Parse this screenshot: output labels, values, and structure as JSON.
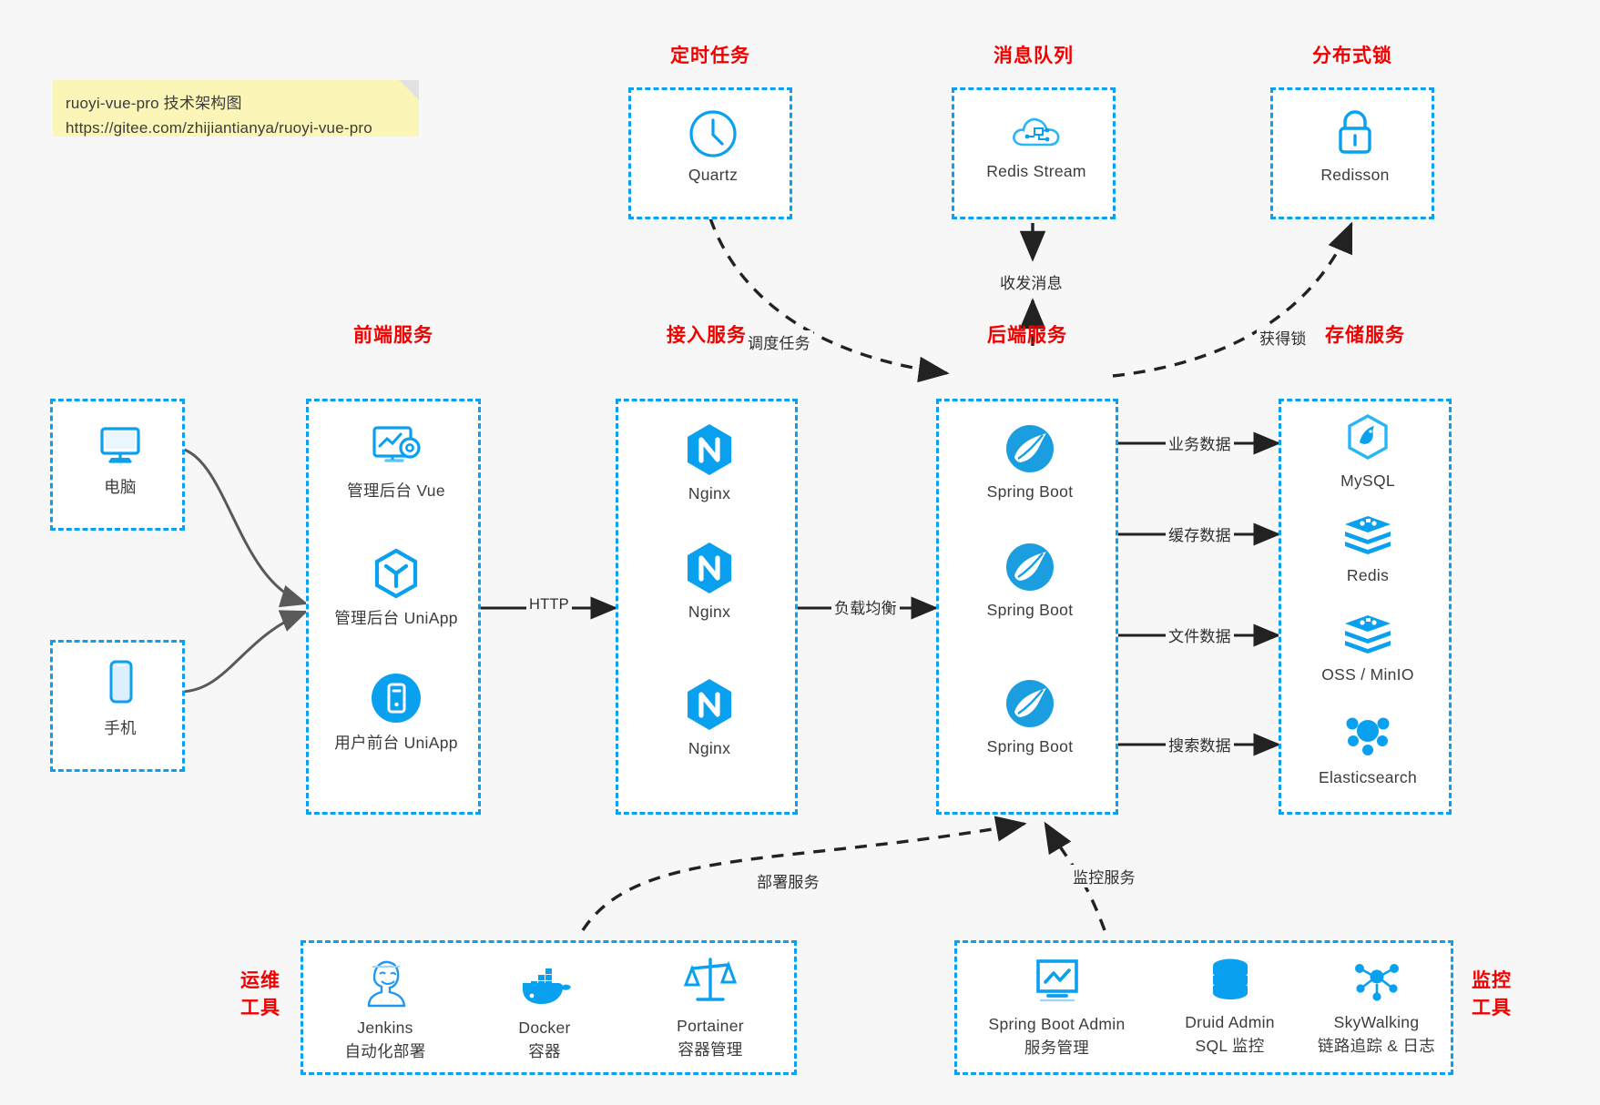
{
  "note": {
    "line1": "ruoyi-vue-pro 技术架构图",
    "line2": "https://gitee.com/zhijiantianya/ruoyi-vue-pro"
  },
  "colors": {
    "accent": "#0aa0f0",
    "group_title": "#f20000",
    "note_bg": "#fcf5b8",
    "canvas_bg": "#f7f7f7",
    "arrow": "#222222"
  },
  "groups": {
    "scheduled_task": "定时任务",
    "message_queue": "消息队列",
    "distributed_lock": "分布式锁",
    "frontend_service": "前端服务",
    "gateway_service": "接入服务",
    "backend_service": "后端服务",
    "storage_service": "存储服务",
    "ops_tools_line1": "运维",
    "ops_tools_line2": "工具",
    "monitor_tools_line1": "监控",
    "monitor_tools_line2": "工具"
  },
  "clients": [
    {
      "icon": "desktop-computer-icon",
      "label": "电脑"
    },
    {
      "icon": "mobile-phone-icon",
      "label": "手机"
    }
  ],
  "top_nodes": [
    {
      "icon": "clock-icon",
      "label": "Quartz"
    },
    {
      "icon": "cloud-stream-icon",
      "label": "Redis Stream"
    },
    {
      "icon": "lock-icon",
      "label": "Redisson"
    }
  ],
  "frontend_nodes": [
    {
      "icon": "dashboard-gear-icon",
      "label": "管理后台 Vue"
    },
    {
      "icon": "uniapp-cube-icon",
      "label": "管理后台 UniApp"
    },
    {
      "icon": "mobile-app-icon",
      "label": "用户前台 UniApp"
    }
  ],
  "gateway_nodes": [
    {
      "icon": "nginx-icon",
      "label": "Nginx"
    },
    {
      "icon": "nginx-icon",
      "label": "Nginx"
    },
    {
      "icon": "nginx-icon",
      "label": "Nginx"
    }
  ],
  "backend_nodes": [
    {
      "icon": "spring-boot-icon",
      "label": "Spring Boot"
    },
    {
      "icon": "spring-boot-icon",
      "label": "Spring Boot"
    },
    {
      "icon": "spring-boot-icon",
      "label": "Spring Boot"
    }
  ],
  "storage_nodes": [
    {
      "icon": "mysql-icon",
      "label": "MySQL"
    },
    {
      "icon": "redis-icon",
      "label": "Redis"
    },
    {
      "icon": "oss-minio-icon",
      "label": "OSS / MinIO"
    },
    {
      "icon": "elasticsearch-icon",
      "label": "Elasticsearch"
    }
  ],
  "ops_nodes": [
    {
      "icon": "jenkins-icon",
      "label": "Jenkins",
      "sub": "自动化部署"
    },
    {
      "icon": "docker-icon",
      "label": "Docker",
      "sub": "容器"
    },
    {
      "icon": "portainer-icon",
      "label": "Portainer",
      "sub": "容器管理"
    }
  ],
  "monitor_nodes": [
    {
      "icon": "spring-boot-admin-icon",
      "label": "Spring Boot Admin",
      "sub": "服务管理"
    },
    {
      "icon": "druid-database-icon",
      "label": "Druid Admin",
      "sub": "SQL 监控"
    },
    {
      "icon": "skywalking-icon",
      "label": "SkyWalking",
      "sub": "链路追踪 & 日志"
    }
  ],
  "edges": {
    "http": "HTTP",
    "load_balance": "负载均衡",
    "schedule_task": "调度任务",
    "send_receive_message": "收发消息",
    "acquire_lock": "获得锁",
    "business_data": "业务数据",
    "cache_data": "缓存数据",
    "file_data": "文件数据",
    "search_data": "搜索数据",
    "deploy_service": "部署服务",
    "monitor_service": "监控服务"
  }
}
